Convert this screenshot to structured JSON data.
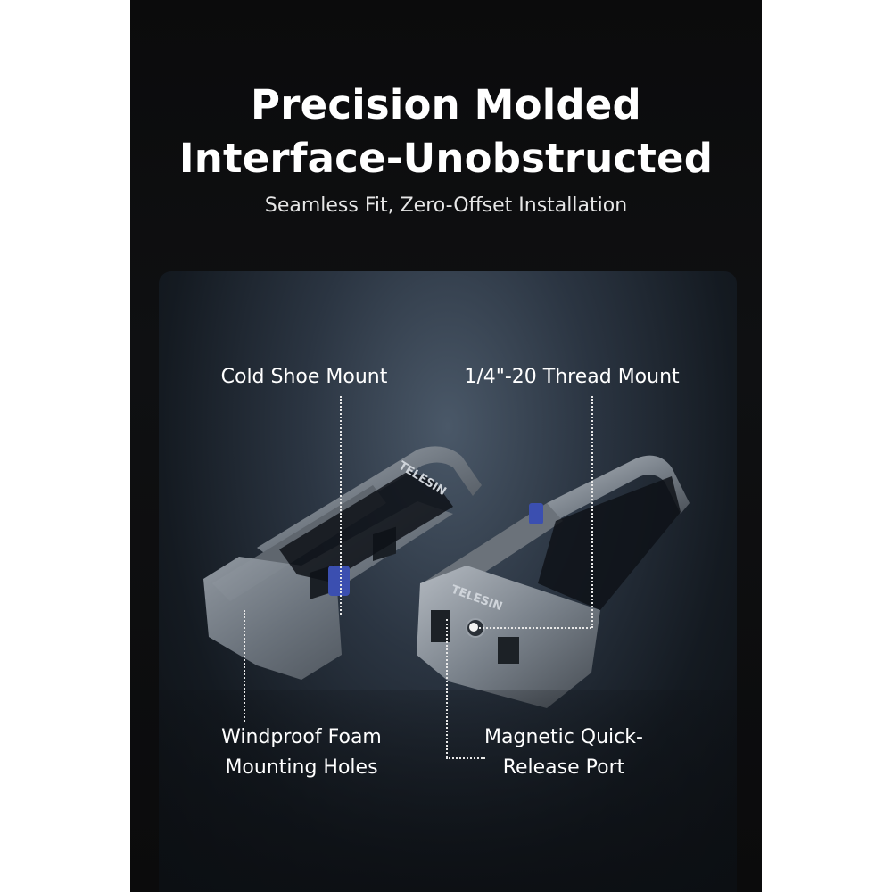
{
  "header": {
    "title_line1": "Precision Molded",
    "title_line2": "Interface-Unobstructed",
    "subtitle": "Seamless Fit, Zero-Offset Installation"
  },
  "callouts": {
    "cold_shoe": "Cold Shoe Mount",
    "thread_mount": "1/4\"-20 Thread Mount",
    "foam_line1": "Windproof Foam",
    "foam_line2": "Mounting Holes",
    "magnetic_line1": "Magnetic Quick-",
    "magnetic_line2": "Release Port"
  },
  "product": {
    "brand_left": "TELESIN",
    "brand_right": "TELESIN"
  },
  "colors": {
    "background": "#0b0b0c",
    "panel": "#2b3542",
    "metal": "#8a929c",
    "accent_latch": "#3b4fb0"
  }
}
